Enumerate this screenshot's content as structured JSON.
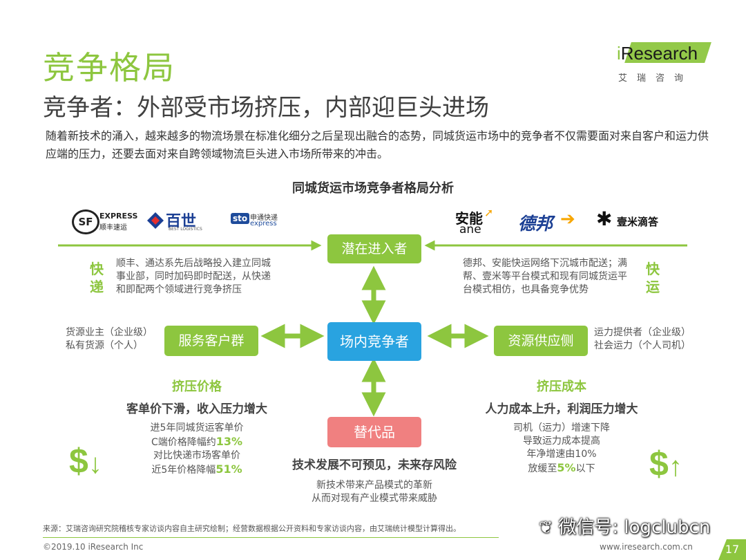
{
  "header": {
    "title": "竞争格局",
    "subtitle": "竞争者：外部受市场挤压，内部迎巨头进场",
    "intro": "随着新技术的涌入，越来越多的物流场景在标准化细分之后呈现出融合的态势，同城货运市场中的竞争者不仅需要面对来自客户和运力供应端的压力，还要去面对来自跨领域物流巨头进入市场所带来的冲击。"
  },
  "brand": {
    "i": "i",
    "name": "Research",
    "cn": "艾瑞咨询"
  },
  "diagram": {
    "title": "同城货运市场竞争者格局分析",
    "left_logos": {
      "sf_mark": "SF",
      "sf_en": "EXPRESS",
      "sf_cn": "顺丰速运",
      "best_cn": "百世",
      "best_en": "BEST LOGISTICS",
      "sto_mark": "sto",
      "sto_cn": "申通快递",
      "sto_en": "express"
    },
    "right_logos": {
      "ane_top": "安能",
      "ane_bottom": "ane",
      "deppon": "德邦",
      "didi": "壹米滴答"
    },
    "potential": "潜在进入者",
    "incumbent": "场内竞争者",
    "customers": "服务客户群",
    "suppliers": "资源供应侧",
    "substitute": "替代品",
    "left_side": {
      "label_1": "快",
      "label_2": "递",
      "text": "顺丰、通达系先后战略投入建立同城事业部，同时加码即时配送，从快递和即配两个领域进行竞争挤压"
    },
    "right_side": {
      "label_1": "快",
      "label_2": "运",
      "text": "德邦、安能快运网络下沉城市配送；满帮、壹米等平台模式和现有同城货运平台模式相仿，也具备竞争优势"
    },
    "customer_notes": [
      "货源业主（企业级）",
      "私有货源（个人）"
    ],
    "supplier_notes": [
      "运力提供者（企业级）",
      "社会运力（个人司机）"
    ],
    "price": {
      "heading": "挤压价格",
      "sub": "客单价下滑，收入压力增大",
      "l1": "进5年同城货运客单价",
      "l2a": "C端价格降幅约",
      "l2b": "13%",
      "l3": "对比快递市场客单价",
      "l4a": "近5年价格降幅",
      "l4b": "51%",
      "symbol": "$",
      "arrow": "↓"
    },
    "cost": {
      "heading": "挤压成本",
      "sub": "人力成本上升，利润压力增大",
      "l1": "司机（运力）增速下降",
      "l2": "导致运力成本提高",
      "l3": "年净增速由10%",
      "l4a": "放缓至",
      "l4b": "5%",
      "l4c": "以下",
      "symbol": "$",
      "arrow": "↑"
    },
    "substitute_notes": {
      "heading": "技术发展不可预见，未来存风险",
      "l1": "新技术带来产品模式的革新",
      "l2": "从而对现有产业模式带来威胁"
    }
  },
  "footer": {
    "source": "来源：艾瑞咨询研究院稽核专家访谈内容自主研究绘制；经营数据根据公开资料和专家访谈内容，由艾瑞统计模型计算得出。",
    "copyright": "©2019.10 iResearch Inc",
    "url": "www.iresearch.com.cn",
    "page": "17",
    "watermark": "微信号: logclubcn"
  },
  "colors": {
    "green": "#8dc63f",
    "blue": "#29a3e0",
    "pink": "#f08080",
    "text": "#404040"
  }
}
